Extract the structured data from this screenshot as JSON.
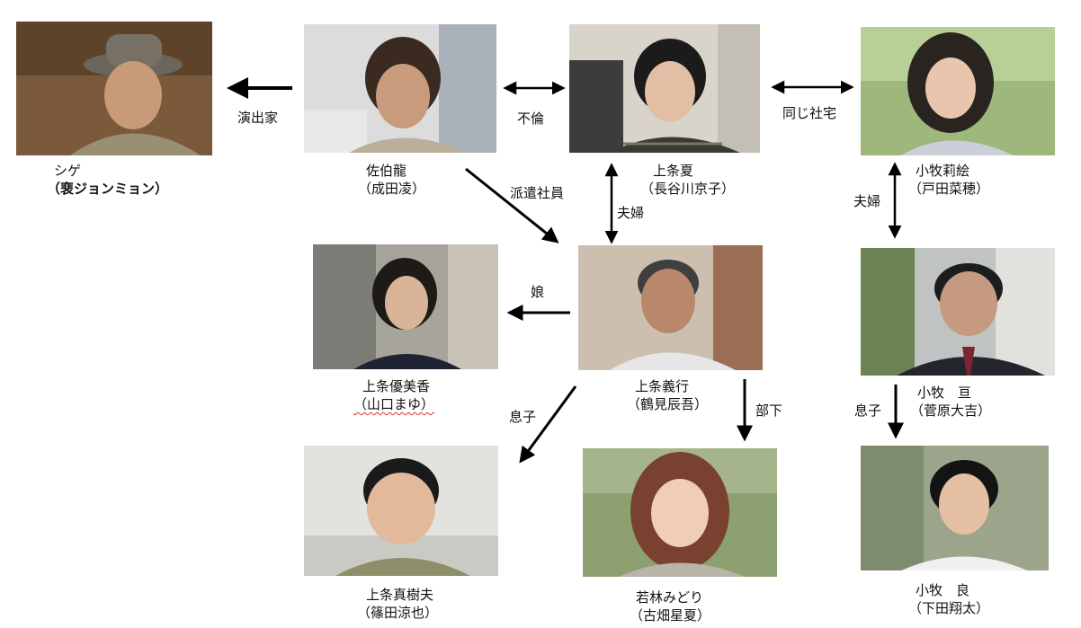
{
  "people": {
    "shige": {
      "name": "シゲ",
      "actor": "（裵ジョンミョン）"
    },
    "saeki": {
      "name": "佐伯龍",
      "actor": "（成田凌）"
    },
    "natsu": {
      "name": "上条夏",
      "actor": "（長谷川京子）"
    },
    "rie": {
      "name": "小牧莉絵",
      "actor": "（戸田菜穂）"
    },
    "yuka": {
      "name": "上条優美香",
      "actor": "（山口まゆ）"
    },
    "yoshiyuki": {
      "name": "上条義行",
      "actor": "（鶴見辰吾）"
    },
    "wataru": {
      "name": "小牧　亘",
      "actor": "（菅原大吉）"
    },
    "makio": {
      "name": "上条真樹夫",
      "actor": "（篠田涼也）"
    },
    "midori": {
      "name": "若林みどり",
      "actor": "（古畑星夏）"
    },
    "ryo": {
      "name": "小牧　良",
      "actor": "（下田翔太）"
    }
  },
  "relations": {
    "director": "演出家",
    "affair": "不倫",
    "same_housing": "同じ社宅",
    "temp_worker": "派遣社員",
    "couple1": "夫婦",
    "couple2": "夫婦",
    "daughter": "娘",
    "son1": "息子",
    "subordinate": "部下",
    "son2": "息子"
  },
  "colors": {
    "arrow": "#000000",
    "text": "#111111",
    "squiggle": "#dd3333"
  }
}
